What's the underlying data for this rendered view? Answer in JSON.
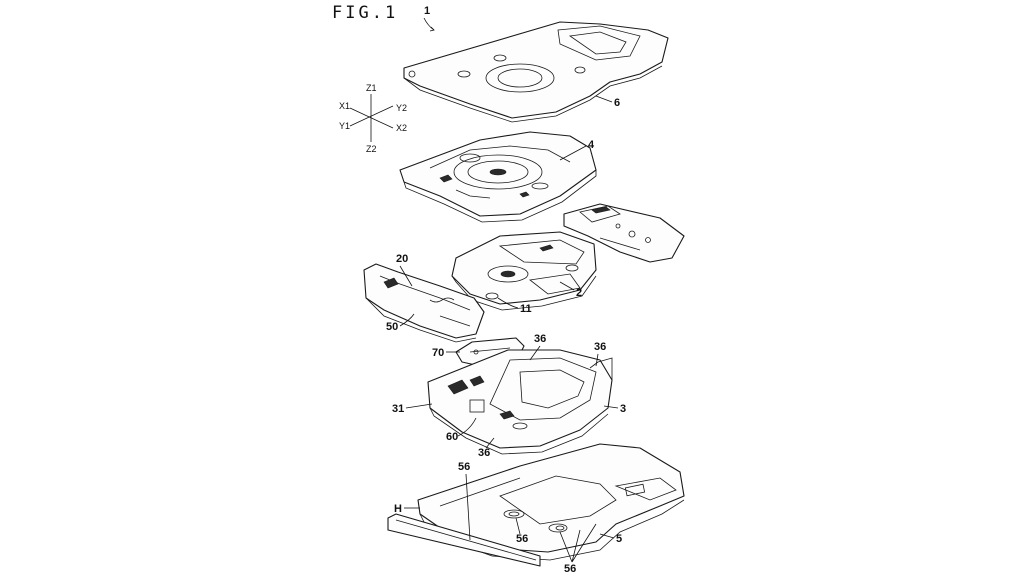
{
  "figure": {
    "title": "FIG.1",
    "ref": "1"
  },
  "axes": {
    "z1": "Z1",
    "z2": "Z2",
    "x1": "X1",
    "x2": "X2",
    "y1": "Y1",
    "y2": "Y2"
  },
  "labels": {
    "top_cover": "6",
    "traverse": "4",
    "pickup_unit": "2",
    "motor": "11",
    "side_part": "20",
    "side_cover": "50",
    "lever": "70",
    "frame_36a": "36",
    "frame_36b": "36",
    "frame_36c": "36",
    "chassis": "3",
    "holder": "31",
    "spring": "60",
    "tray": "5",
    "foot_a": "56",
    "foot_b": "56",
    "foot_c": "56",
    "panel": "H"
  }
}
